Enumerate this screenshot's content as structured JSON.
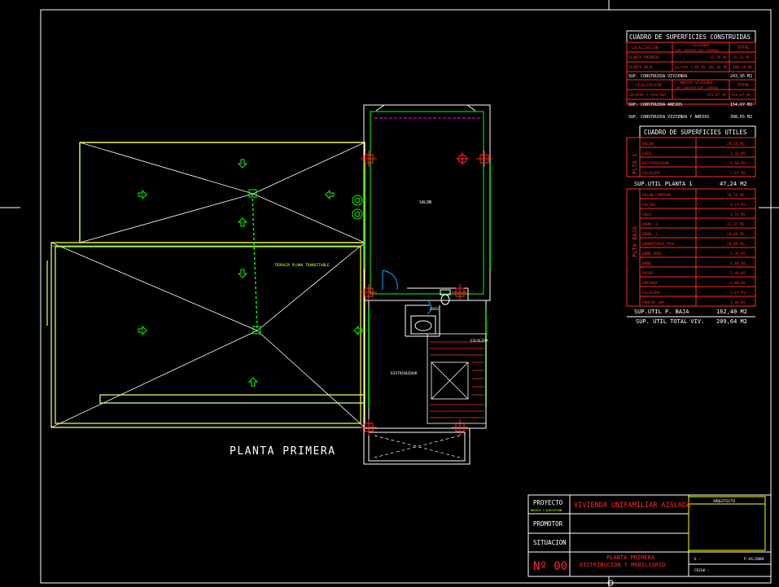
{
  "colors": {
    "background": "#000000",
    "frame": "#ffffff",
    "roof": "#ffff66",
    "walls": "#ffffff",
    "green": "#00ff00",
    "red": "#ff2a2a",
    "magenta": "#ff00ff"
  },
  "plan": {
    "title": "PLANTA PRIMERA",
    "terrace_label": "TERRAZA PLANA TRANSITABLE",
    "rooms": {
      "salon": "SALON",
      "aseo": "ASEO",
      "distribuidor": "DISTRIBUIDOR",
      "escalera": "ESCALERA"
    }
  },
  "table_constructed": {
    "title": "CUADRO DE SUPERFICIES CONSTRUIDAS",
    "header": {
      "loc": "LOCALIZACION",
      "group": "VIVIENDA",
      "sub": "SUP. ABIERTA SUP. CERRADA",
      "total": "TOTAL"
    },
    "rows": [
      {
        "loc": "PLANTA PRIMERA",
        "values": "55,76 M2",
        "total": "55,76 M2"
      },
      {
        "loc": "PLANTA BAJA",
        "values": "porche 3,69 M2   185,66 M2",
        "total": "188,19 M2"
      }
    ],
    "sup_vivienda": {
      "label": "SUP. CONSTRUIDA VIVIENDA",
      "value": "243,95 M2"
    },
    "header2": {
      "loc": "LOCALIZACION",
      "group": "ANEXOS VIVIENDA",
      "sub": "SUP. ABIERTA SUP. CERRADA",
      "total": "TOTAL"
    },
    "rows2": [
      {
        "loc": "COCHERA Y PISCINA",
        "values": "154,67 M2",
        "total": "154,67 M2"
      }
    ],
    "sup_anexos": {
      "label": "SUP. CONSTRUIDA ANEXOS",
      "value": "154,67 M2"
    },
    "sup_total": {
      "label": "SUP. CONSTRUIDA VIVIENDA Y ANEXOS",
      "value": "398,65 M2"
    }
  },
  "table_useful": {
    "title": "CUADRO DE SUPERFICIES UTILES",
    "group1_label": "PLTA 1",
    "rows1": [
      {
        "name": "SALON",
        "value": "28,56 M2"
      },
      {
        "name": "ASEO",
        "value": "3,43 M2"
      },
      {
        "name": "DISTRIBUIDOR",
        "value": "9,58 M2"
      },
      {
        "name": "ESCALERA",
        "value": "5,67 M2"
      }
    ],
    "sum1": {
      "label": "SUP.UTIL PLANTA 1",
      "value": "47,24 M2"
    },
    "group2_label": "PLTA BAJA",
    "rows2": [
      {
        "name": "SALON-COMEDOR",
        "value": "70,53 M2"
      },
      {
        "name": "COCINA",
        "value": "8,93 M2"
      },
      {
        "name": "ASEO",
        "value": "3,55 M2"
      },
      {
        "name": "DORM. 3",
        "value": "13,37 M2"
      },
      {
        "name": "DORM. 2",
        "value": "14,04 M2"
      },
      {
        "name": "DORMITORIO PPAL.",
        "value": "20,00 M2"
      },
      {
        "name": "BAÑO PPAL.",
        "value": "3,35 M2"
      },
      {
        "name": "BAÑO",
        "value": "4,60 M2"
      },
      {
        "name": "PASOS",
        "value": "2,48 M2"
      },
      {
        "name": "ENTRADA",
        "value": "8,00 M2"
      },
      {
        "name": "ESCALERA",
        "value": "5,67 M2"
      },
      {
        "name": "PORCHE SUP.",
        "value": "1,96 M2"
      }
    ],
    "sum2": {
      "label": "SUP.UTIL P. BAJA",
      "value": "162,40 M2"
    },
    "total": {
      "label": "SUP. UTIL TOTAL VIV.",
      "value": "209,64 M2"
    }
  },
  "title_block": {
    "proyecto_label": "PROYECTO",
    "proyecto_sub": "BASICO Y EJECUCION",
    "proyecto_value": "VIVIENDA UNIFAMILIAR AISLADA",
    "promotor_label": "PROMOTOR",
    "situacion_label": "SITUACION",
    "number": "Nº 00",
    "sheet_title_1": "PLANTA PRIMERA",
    "sheet_title_2": "DISTRIBUCION Y MOBILIARIO",
    "arquitecto_label": "ARQUITECTO",
    "escala_label": "E :",
    "plano_ref": "P-XX/2009",
    "fecha_label": "FECHA :"
  }
}
